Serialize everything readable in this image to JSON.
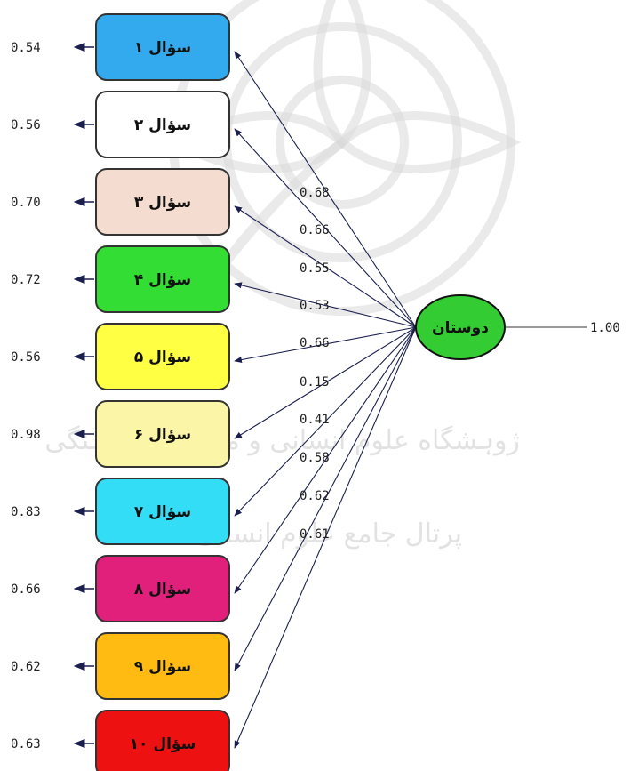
{
  "latent": {
    "label": "دوستان",
    "variance": "1.00",
    "color": "#33cc33"
  },
  "items": [
    {
      "label": "سؤال ۱",
      "color": "#33aaee",
      "loading": "0.68",
      "error": "0.54"
    },
    {
      "label": "سؤال ۲",
      "color": "#ffffff",
      "loading": "0.66",
      "error": "0.56"
    },
    {
      "label": "سؤال ۳",
      "color": "#f4dcd0",
      "loading": "0.55",
      "error": "0.70"
    },
    {
      "label": "سؤال ۴",
      "color": "#33dd33",
      "loading": "0.53",
      "error": "0.72"
    },
    {
      "label": "سؤال ۵",
      "color": "#ffff44",
      "loading": "0.66",
      "error": "0.56"
    },
    {
      "label": "سؤال ۶",
      "color": "#fbf5a8",
      "loading": "0.15",
      "error": "0.98"
    },
    {
      "label": "سؤال ۷",
      "color": "#33ddf6",
      "loading": "0.41",
      "error": "0.83"
    },
    {
      "label": "سؤال ۸",
      "color": "#e0207a",
      "loading": "0.58",
      "error": "0.66"
    },
    {
      "label": "سؤال ۹",
      "color": "#ffbb11",
      "loading": "0.62",
      "error": "0.62"
    },
    {
      "label": "سؤال ۱۰",
      "color": "#ee1111",
      "loading": "0.61",
      "error": "0.63"
    }
  ],
  "watermark": {
    "line1": "ژوہشگاه علوم انسانی و مطالعات فرہنگی",
    "line2": "پرتال جامع علوم انسانی"
  }
}
